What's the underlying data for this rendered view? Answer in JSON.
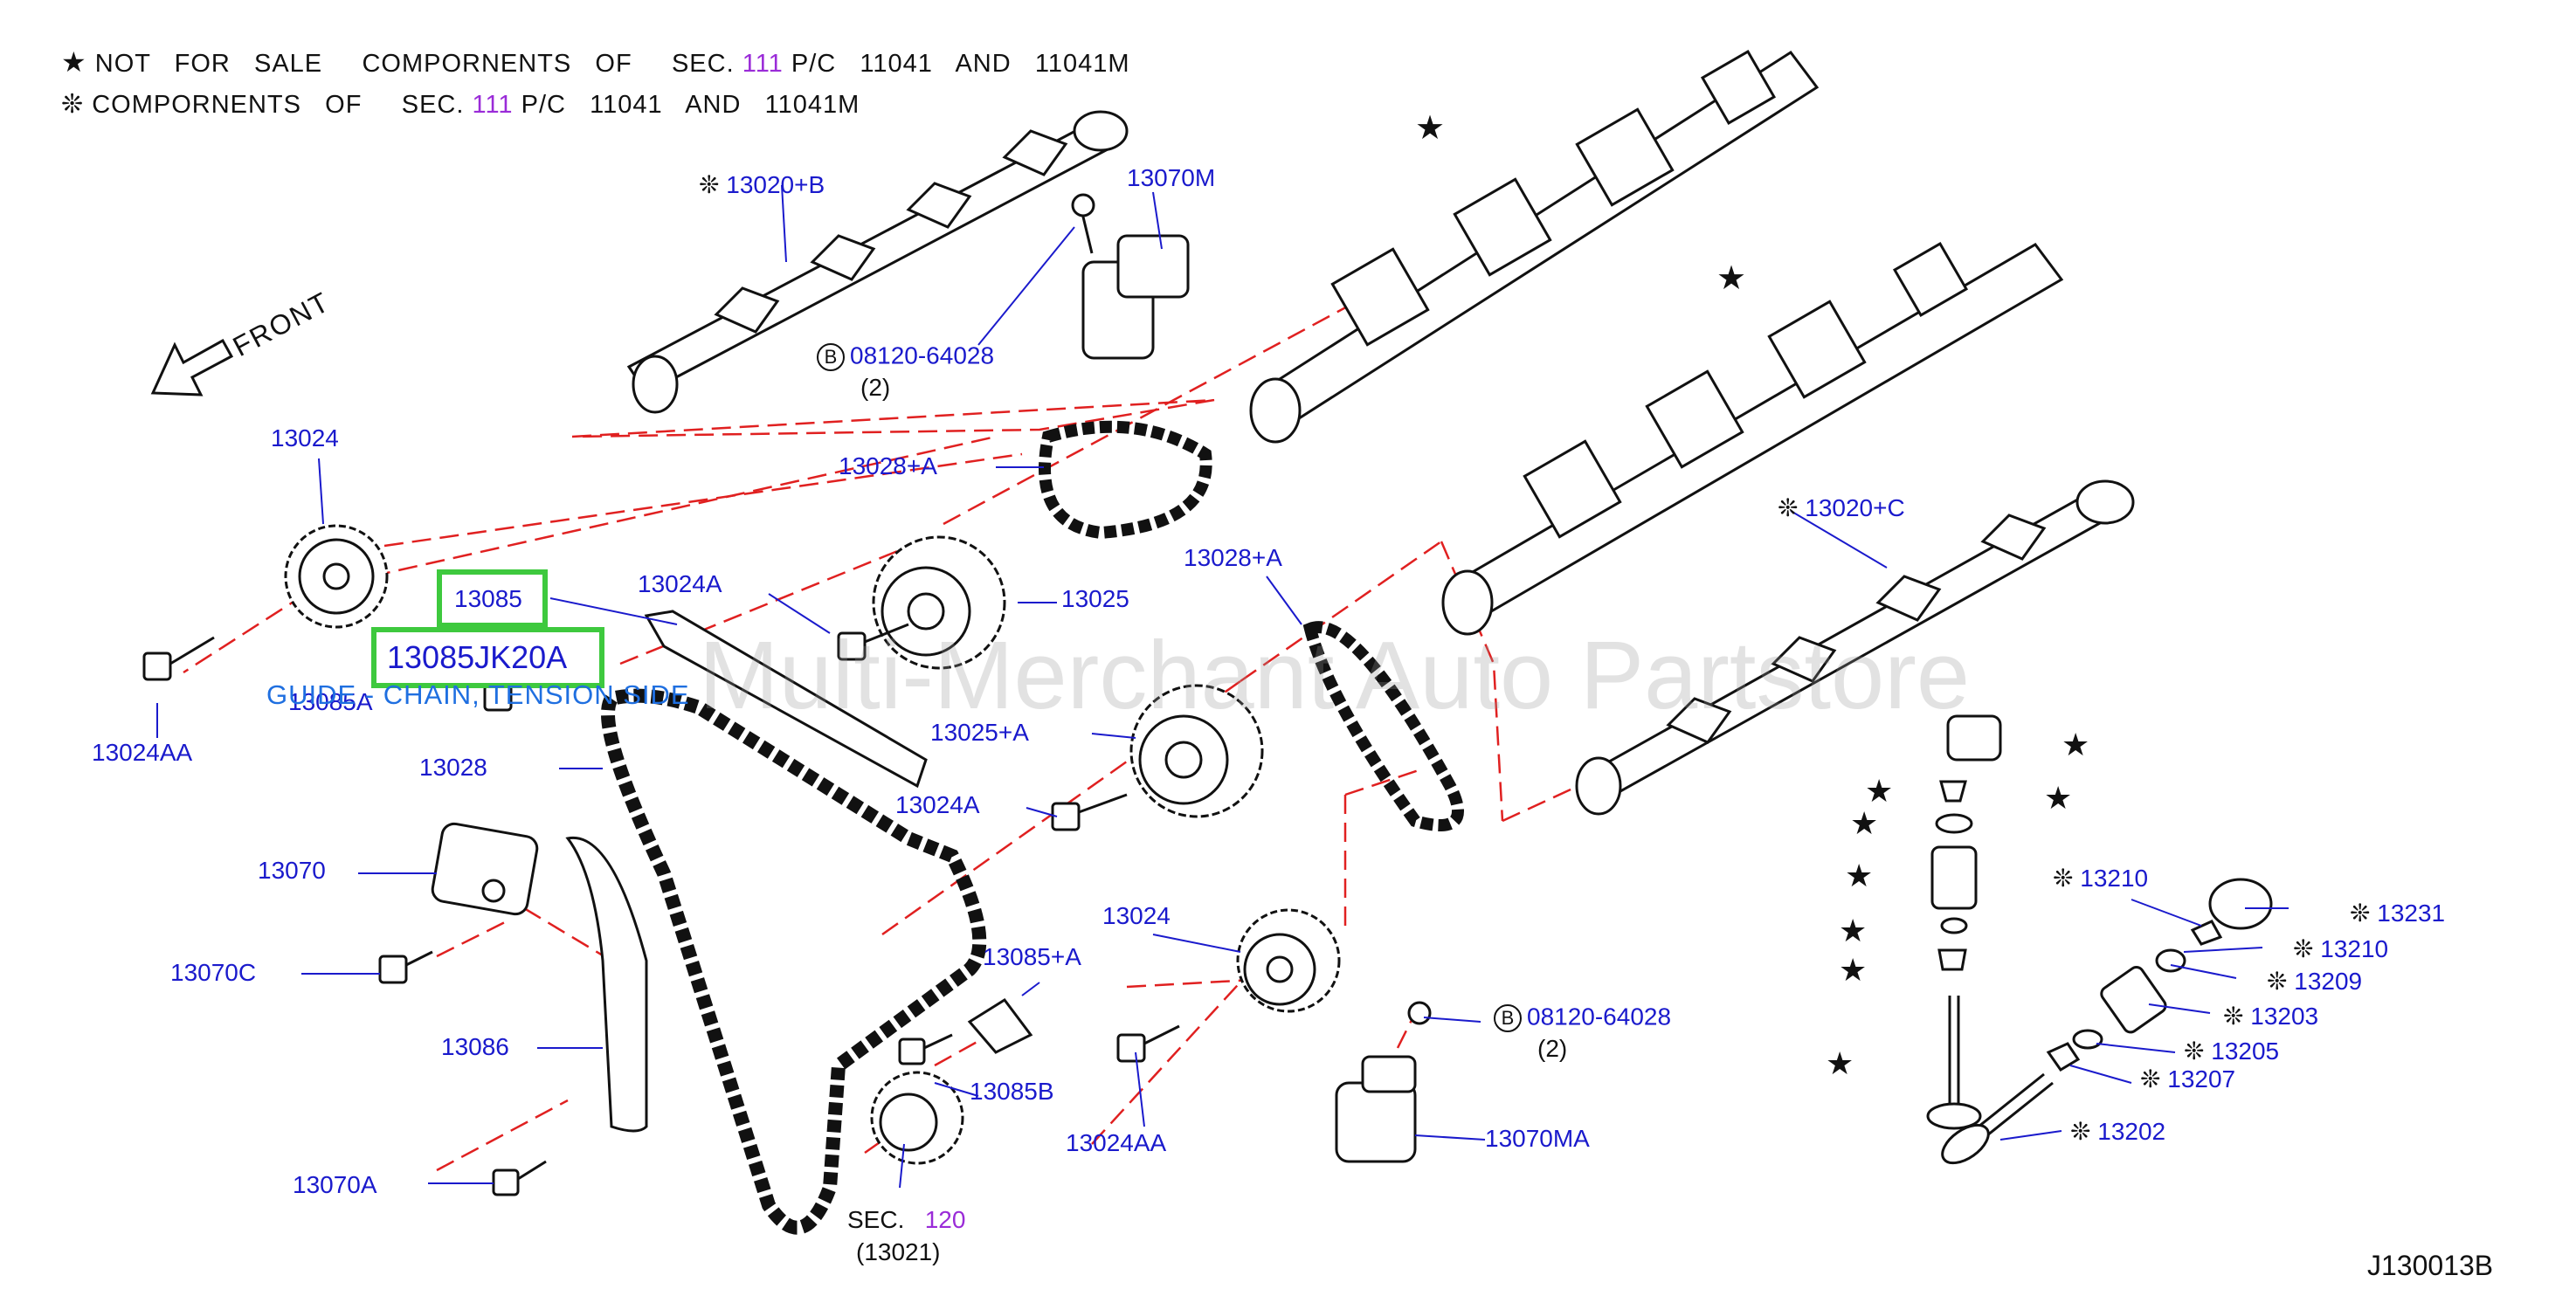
{
  "legend": {
    "line1_text_a": "NOT   FOR   SALE     COMPORNENTS   OF",
    "line1_sec": "SEC.",
    "line1_sec_num": "111",
    "line1_tail": "P/C   11041   AND   11041M",
    "line2_text_a": "COMPORNENTS   OF",
    "line2_sec": "SEC.",
    "line2_sec_num": "111",
    "line2_tail": "P/C   11041   AND   11041M"
  },
  "front_label": "FRONT",
  "diagram_id": "J130013B",
  "watermark": "Multi-Merchant Auto Partstore",
  "highlight": {
    "part": "13085",
    "part_number": "13085JK20A",
    "description": "GUIDE - CHAIN, TENSION SIDE"
  },
  "labels": {
    "p13020B": "13020+B",
    "p13070M": "13070M",
    "p08120a": "08120-64028",
    "p08120a_qty": "(2)",
    "p13024": "13024",
    "p13028A_top": "13028+A",
    "p13024A_top": "13024A",
    "p13025": "13025",
    "p13028A_mid": "13028+A",
    "p13020C": "13020+C",
    "p13024AA_left": "13024AA",
    "p13085A": "13085A",
    "p13028": "13028",
    "p13025A": "13025+A",
    "p13024A_mid": "13024A",
    "p13070": "13070",
    "p13024_mid": "13024",
    "p13085plusA": "13085+A",
    "p13070C": "13070C",
    "p08120b": "08120-64028",
    "p08120b_qty": "(2)",
    "p13086": "13086",
    "p13085B": "13085B",
    "p13024AA_bot": "13024AA",
    "p13070MA": "13070MA",
    "p13070A": "13070A",
    "sec120_text": "SEC.",
    "sec120_num": "120",
    "sec120_sub": "(13021)",
    "p13210a": "13210",
    "p13231": "13231",
    "p13210b": "13210",
    "p13209": "13209",
    "p13203": "13203",
    "p13205": "13205",
    "p13207": "13207",
    "p13202": "13202"
  },
  "symbols": {
    "star": "★",
    "snowflake": "❊",
    "bolt_marker": "B"
  },
  "colors": {
    "label_blue": "#1a1acc",
    "sec_purple": "#9a2bd8",
    "highlight_green": "#3ec93e",
    "dash_red": "#e02020",
    "guide_blue": "#1f6fe0"
  }
}
